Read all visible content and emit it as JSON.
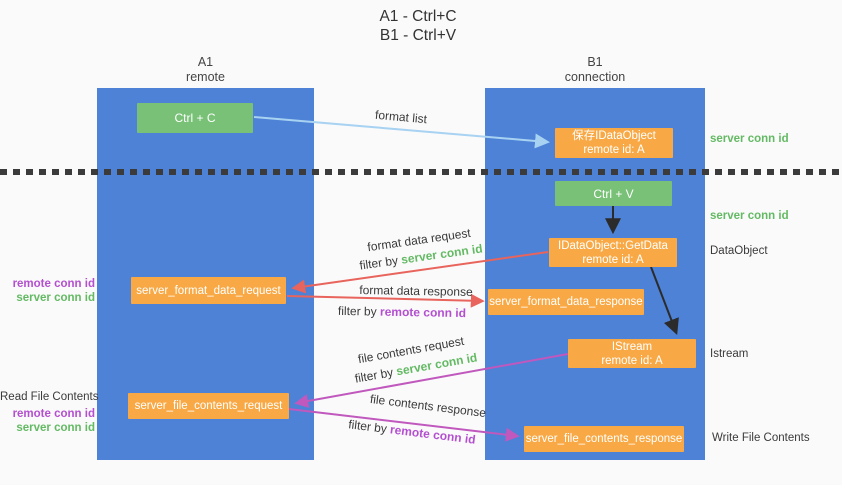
{
  "title": {
    "line1": "A1 - Ctrl+C",
    "line2": "B1 - Ctrl+V"
  },
  "columns": {
    "left": {
      "id": "A1",
      "role": "remote"
    },
    "right": {
      "id": "B1",
      "role": "connection"
    }
  },
  "nodes": {
    "ctrl_c": "Ctrl + C",
    "ctrl_v": "Ctrl + V",
    "save_idataobject": {
      "line1": "保存IDataObject",
      "line2": "remote id: A"
    },
    "getdata": {
      "line1": "IDataObject::GetData",
      "line2": "remote id: A"
    },
    "istream": {
      "line1": "IStream",
      "line2": "remote id: A"
    },
    "server_format_data_request": "server_format_data_request",
    "server_format_data_response": "server_format_data_response",
    "server_file_contents_request": "server_file_contents_request",
    "server_file_contents_response": "server_file_contents_response"
  },
  "arrow_labels": {
    "format_list": "format list",
    "format_request": "format data request",
    "format_request_filter_prefix": "filter by ",
    "format_request_filter_value": "server conn id",
    "format_response": "format data response",
    "format_response_filter_prefix": "filter by ",
    "format_response_filter_value": "remote conn id",
    "file_request": "file contents request",
    "file_request_filter_prefix": "filter by ",
    "file_request_filter_value": "server conn id",
    "file_response": "file contents response",
    "file_response_filter_prefix": "filter by ",
    "file_response_filter_value": "remote conn id"
  },
  "side_labels": {
    "right_top_server_conn_id": "server conn id",
    "right_mid_server_conn_id": "server conn id",
    "dataobject": "DataObject",
    "istream": "Istream",
    "write_file_contents": "Write File Contents",
    "left_format_remote_conn_id": "remote conn id",
    "left_format_server_conn_id": "server conn id",
    "read_file_contents": "Read File Contents",
    "left_file_remote_conn_id": "remote conn id",
    "left_file_server_conn_id": "server conn id"
  },
  "colors": {
    "lane_blue": "#4d82d6",
    "box_green": "#78c177",
    "box_orange": "#f8a945",
    "arrow_light_blue": "#a8d2f2",
    "arrow_salmon": "#e8645c",
    "arrow_orchid": "#c058be",
    "arrow_black": "#2b2b2b",
    "label_green": "#64ba64",
    "label_purple": "#b44fd0",
    "background": "#fafafa"
  }
}
